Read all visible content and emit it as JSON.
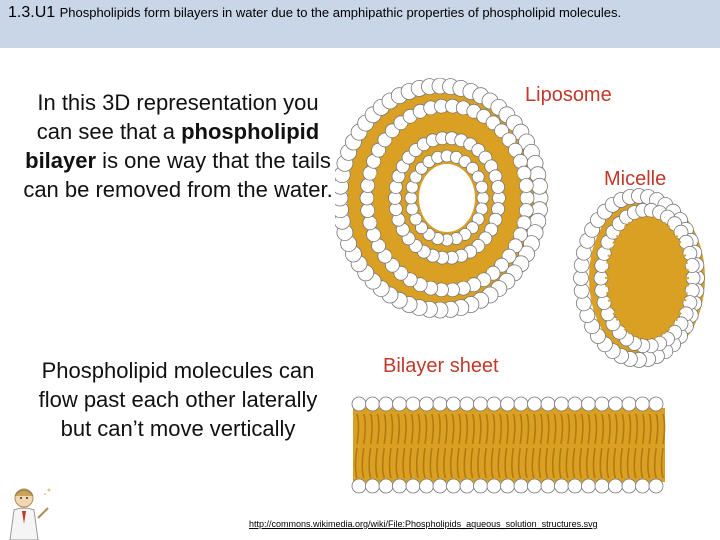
{
  "header": {
    "code": "1.3.U1",
    "text": "Phospholipids form bilayers in water due to the amphipathic properties of phospholipid molecules."
  },
  "body": {
    "para1_before": "In this 3D representation you can see that a ",
    "para1_bold": "phospholipid bilayer",
    "para1_after": " is one way that the tails can be removed from the water.",
    "para2": "Phospholipid molecules can flow past each other laterally but can’t move vertically"
  },
  "figure": {
    "labels": {
      "liposome": "Liposome",
      "micelle": "Micelle",
      "bilayer": "Bilayer sheet"
    },
    "colors": {
      "label": "#c0392b",
      "tail": "#d9a023",
      "head_fill": "#ffffff",
      "head_stroke": "#777777"
    }
  },
  "credit": {
    "url": "http://commons.wikimedia.org/wiki/File:Phospholipids_aqueous_solution_structures.svg"
  },
  "icons": {
    "figure_icon": "scientist-figure-icon"
  }
}
